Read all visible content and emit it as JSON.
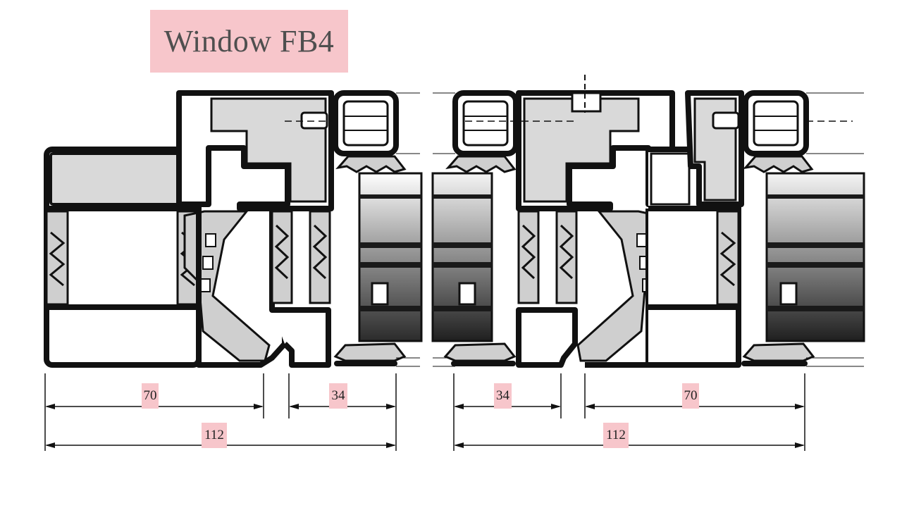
{
  "title": "Window FB4",
  "colors": {
    "label_bg": "#f7c6cb",
    "profile_fill": "#d9d9d9",
    "outline": "#111111"
  },
  "dimensions": {
    "left": {
      "frame": "70",
      "sash": "34",
      "total": "112"
    },
    "right": {
      "sash": "34",
      "frame": "70",
      "total": "112"
    }
  }
}
